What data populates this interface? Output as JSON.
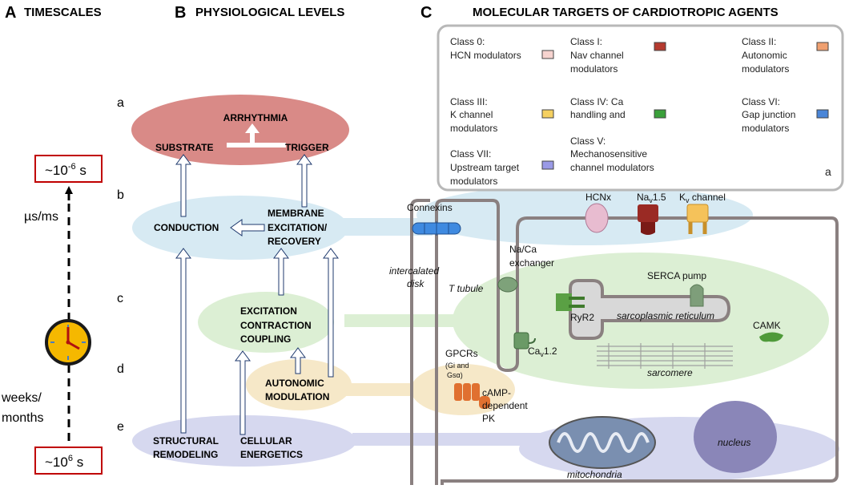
{
  "panels": {
    "a": {
      "letter": "A",
      "title": "TIMESCALES"
    },
    "b": {
      "letter": "B",
      "title": "PHYSIOLOGICAL LEVELS"
    },
    "c": {
      "letter": "C",
      "title": "MOLECULAR TARGETS OF CARDIOTROPIC AGENTS"
    }
  },
  "timescale": {
    "top_base": "~10",
    "top_exp": "-6",
    "top_unit": " s",
    "bottom_base": "~10",
    "bottom_exp": "6",
    "bottom_unit": " s",
    "fast_label": "µs/ms",
    "slow_label_1": "weeks/",
    "slow_label_2": "months"
  },
  "row_letters": [
    "a",
    "b",
    "c",
    "d",
    "e"
  ],
  "levels": {
    "arrhythmia": "ARRHYTHMIA",
    "substrate": "SUBSTRATE",
    "trigger": "TRIGGER",
    "conduction": "CONDUCTION",
    "membrane_1": "MEMBRANE",
    "membrane_2": "EXCITATION/",
    "membrane_3": "RECOVERY",
    "ecc_1": "EXCITATION",
    "ecc_2": "CONTRACTION",
    "ecc_3": "COUPLING",
    "auto_1": "AUTONOMIC",
    "auto_2": "MODULATION",
    "struct_1": "STRUCTURAL",
    "struct_2": "REMODELING",
    "energ_1": "CELLULAR",
    "energ_2": "ENERGETICS"
  },
  "legend": {
    "corner_letter": "a",
    "classes": [
      {
        "line1": "Class 0:",
        "line2": "HCN modulators",
        "line3": "",
        "color": "#f6d3cf"
      },
      {
        "line1": "Class I:",
        "line2": "Nav channel",
        "line3": "modulators",
        "color": "#b53a2f"
      },
      {
        "line1": "Class II:",
        "line2": "Autonomic",
        "line3": "modulators",
        "color": "#f0a070"
      },
      {
        "line1": "Class III:",
        "line2": "K channel",
        "line3": "modulators",
        "color": "#f5d060"
      },
      {
        "line1": "Class IV: Ca",
        "line2": "handling and",
        "line3": "",
        "color": "#3aa03a"
      },
      {
        "line1": "Class VI:",
        "line2": "Gap junction",
        "line3": "modulators",
        "color": "#4a86d8"
      },
      {
        "line1": "Class VII:",
        "line2": "Upstream target",
        "line3": "modulators",
        "color": "#9a9ae6"
      },
      {
        "line1": "Class V:",
        "line2": "Mechanosensitive",
        "line3": "channel modulators",
        "color": ""
      }
    ]
  },
  "cell": {
    "connexins": "Connexins",
    "hcnx": "HCNx",
    "nav_base": "Na",
    "nav_sub": "v",
    "nav_tail": "1.5",
    "kv_base": "K",
    "kv_sub": "v",
    "kv_tail": " channel",
    "naca_1": "Na/Ca",
    "naca_2": "exchanger",
    "intercalated_1": "intercalated",
    "intercalated_2": "disk",
    "t_tubule": "T tubule",
    "serca": "SERCA pump",
    "ryr2": "RyR2",
    "sr": "sarcoplasmic reticulum",
    "camk": "CAMK",
    "cav_base": "Ca",
    "cav_sub": "v",
    "cav_tail": "1.2",
    "sarcomere": "sarcomere",
    "gpcr_1": "GPCRs",
    "gpcr_2": "(Gi and",
    "gpcr_3": "Gsα)",
    "camp_1": "cAMP-",
    "camp_2": "dependent",
    "camp_3": "PK",
    "mitochondria": "mitochondria",
    "nucleus": "nucleus"
  },
  "colors": {
    "red_ellipse": "#d98a87",
    "blue_ellipse": "#d7eaf3",
    "green_ellipse": "#dcefd4",
    "yellow_ellipse": "#f6e8c8",
    "lavender_ellipse": "#d6d8ef",
    "box_border": "#b8b8b8",
    "time_box": "#c00000"
  }
}
